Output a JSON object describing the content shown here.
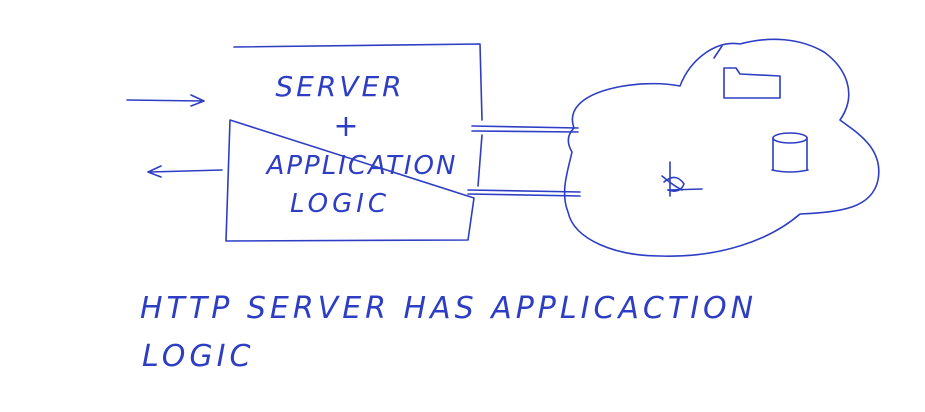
{
  "diagram": {
    "box_lines": [
      "SERVER",
      "+",
      "APPLICATION",
      "LOGIC"
    ],
    "caption_lines": [
      "HTTP SERVER HAS APPLICACTION",
      "LOGIC"
    ],
    "ink_color": "#2d3ec4",
    "icons": [
      "folder-icon",
      "database-icon",
      "person-icon"
    ]
  }
}
